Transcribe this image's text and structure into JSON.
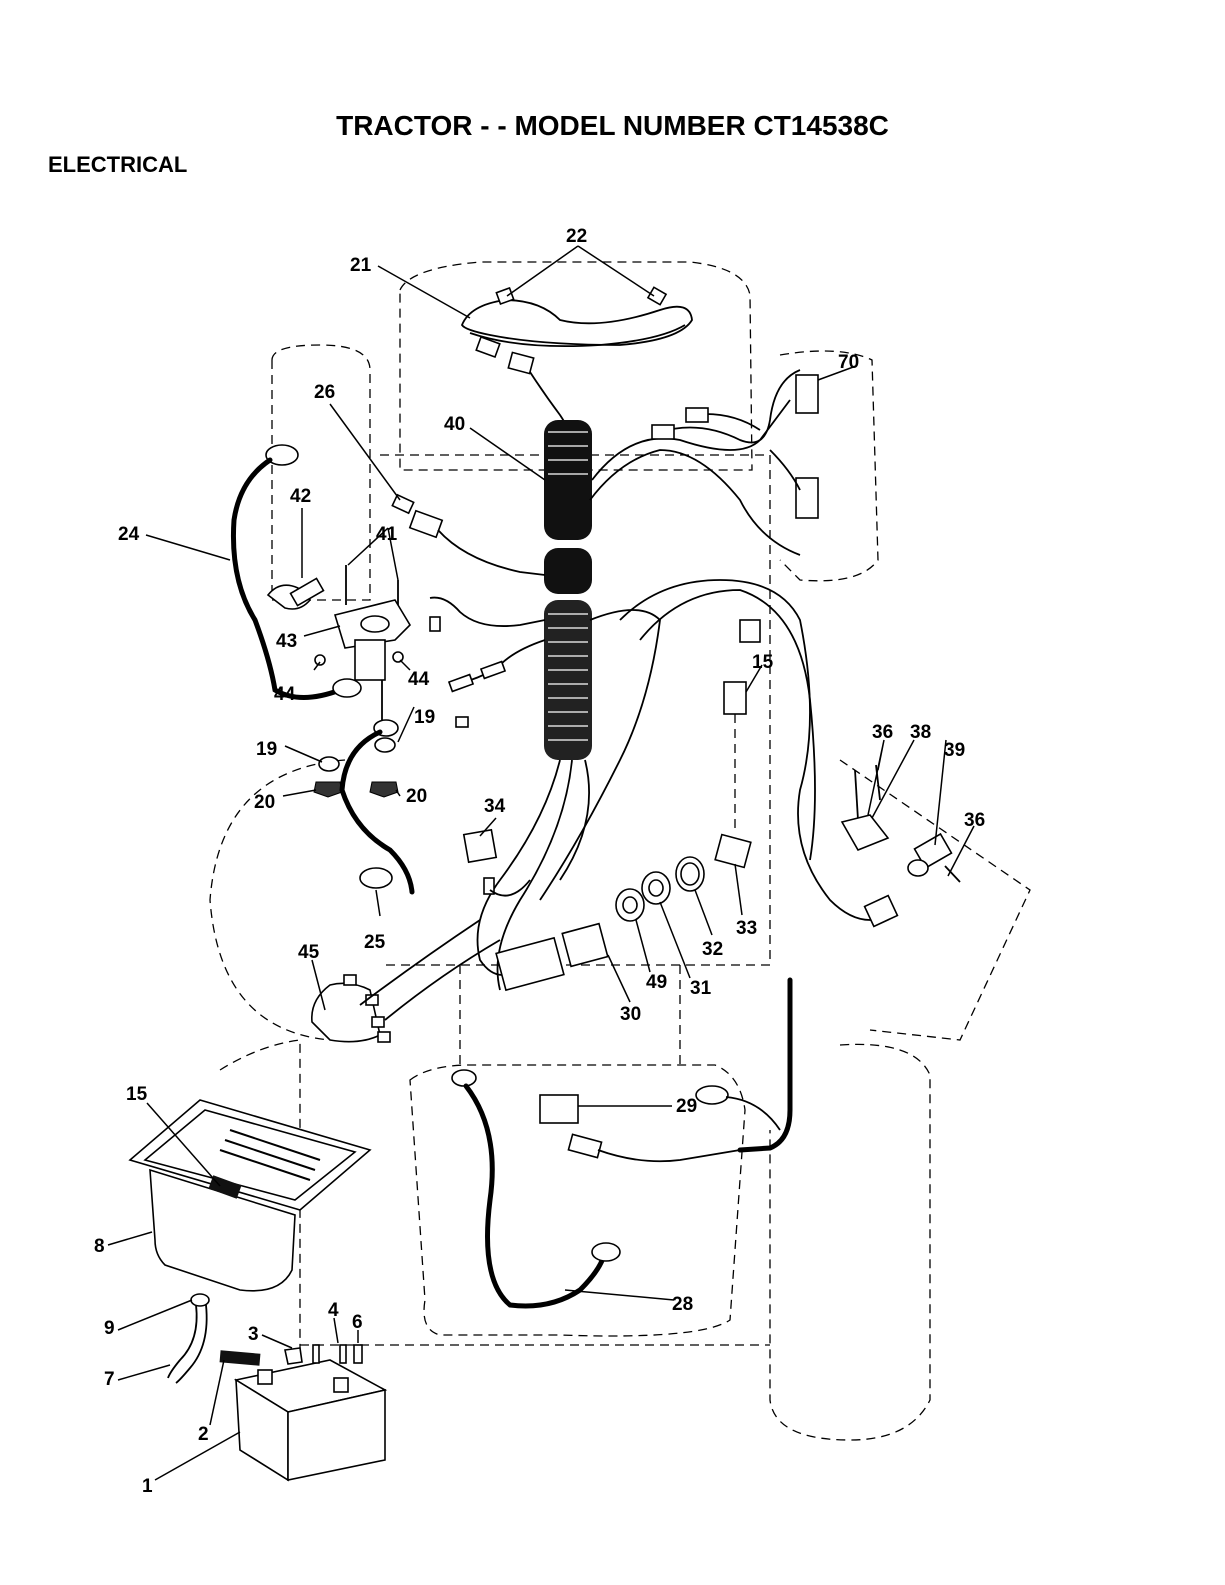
{
  "header": {
    "title": "TRACTOR - - MODEL NUMBER CT14538C",
    "section": "ELECTRICAL"
  },
  "callouts": [
    {
      "id": "c1",
      "label": "1"
    },
    {
      "id": "c2",
      "label": "2"
    },
    {
      "id": "c3",
      "label": "3"
    },
    {
      "id": "c4",
      "label": "4"
    },
    {
      "id": "c6",
      "label": "6"
    },
    {
      "id": "c7",
      "label": "7"
    },
    {
      "id": "c8",
      "label": "8"
    },
    {
      "id": "c9",
      "label": "9"
    },
    {
      "id": "c15a",
      "label": "15"
    },
    {
      "id": "c15b",
      "label": "15"
    },
    {
      "id": "c19a",
      "label": "19"
    },
    {
      "id": "c19b",
      "label": "19"
    },
    {
      "id": "c20a",
      "label": "20"
    },
    {
      "id": "c20b",
      "label": "20"
    },
    {
      "id": "c21",
      "label": "21"
    },
    {
      "id": "c22",
      "label": "22"
    },
    {
      "id": "c24",
      "label": "24"
    },
    {
      "id": "c25",
      "label": "25"
    },
    {
      "id": "c26",
      "label": "26"
    },
    {
      "id": "c28",
      "label": "28"
    },
    {
      "id": "c29",
      "label": "29"
    },
    {
      "id": "c30",
      "label": "30"
    },
    {
      "id": "c31",
      "label": "31"
    },
    {
      "id": "c32",
      "label": "32"
    },
    {
      "id": "c33",
      "label": "33"
    },
    {
      "id": "c34",
      "label": "34"
    },
    {
      "id": "c36a",
      "label": "36"
    },
    {
      "id": "c36b",
      "label": "36"
    },
    {
      "id": "c38",
      "label": "38"
    },
    {
      "id": "c39",
      "label": "39"
    },
    {
      "id": "c40",
      "label": "40"
    },
    {
      "id": "c41",
      "label": "41"
    },
    {
      "id": "c42",
      "label": "42"
    },
    {
      "id": "c43",
      "label": "43"
    },
    {
      "id": "c44a",
      "label": "44"
    },
    {
      "id": "c44b",
      "label": "44"
    },
    {
      "id": "c45",
      "label": "45"
    },
    {
      "id": "c49",
      "label": "49"
    },
    {
      "id": "c70",
      "label": "70"
    }
  ]
}
